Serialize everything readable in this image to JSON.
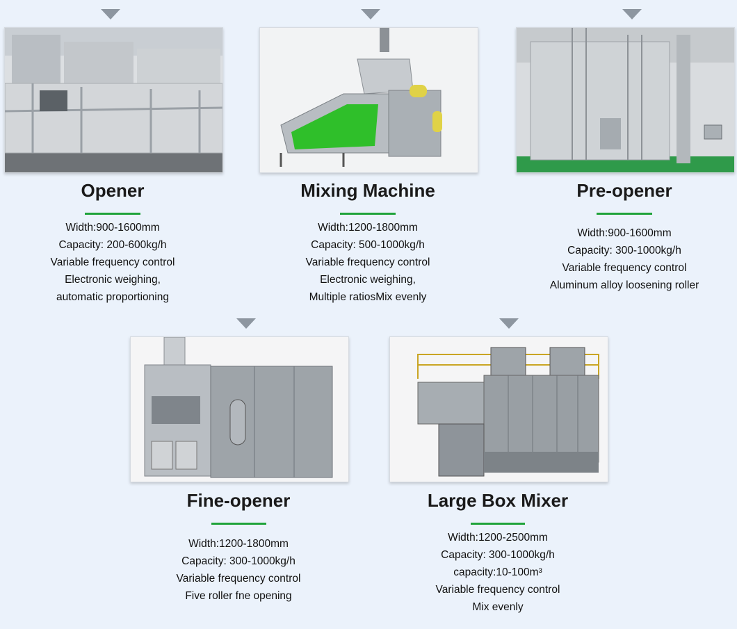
{
  "machines": [
    {
      "name": "Opener",
      "image": "opener-photo",
      "specs": [
        "Width:900-1600mm",
        "Capacity: 200-600kg/h",
        "Variable frequency control",
        "Electronic weighing,",
        "automatic proportioning"
      ]
    },
    {
      "name": "Mixing Machine",
      "image": "mixing-machine-render",
      "specs": [
        "Width:1200-1800mm",
        "Capacity: 500-1000kg/h",
        "Variable frequency control",
        "Electronic weighing,",
        "Multiple ratiosMix evenly"
      ]
    },
    {
      "name": "Pre-opener",
      "image": "pre-opener-photo",
      "specs": [
        "Width:900-1600mm",
        "Capacity: 300-1000kg/h",
        "Variable frequency control",
        "Aluminum alloy loosening roller"
      ]
    },
    {
      "name": "Fine-opener",
      "image": "fine-opener-render",
      "specs": [
        "Width:1200-1800mm",
        "Capacity: 300-1000kg/h",
        "Variable frequency control",
        "Five roller fne opening"
      ]
    },
    {
      "name": "Large Box Mixer",
      "image": "large-box-mixer-render",
      "specs": [
        "Width:1200-2500mm",
        "Capacity: 300-1000kg/h",
        "capacity:10-100m³",
        "Variable frequency control",
        "Mix evenly"
      ]
    }
  ],
  "colors": {
    "background": "#ebf2fb",
    "accent_underline": "#1fa33a",
    "arrow": "#8d96a0"
  },
  "icons": {
    "pointer": "triangle-down-icon"
  }
}
